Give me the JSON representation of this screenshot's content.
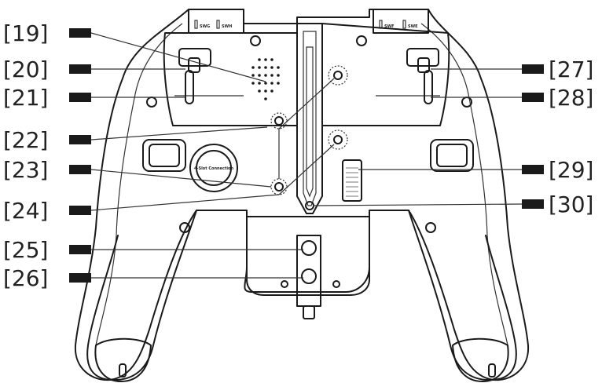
{
  "callouts": {
    "left": [
      "[19]",
      "[20]",
      "[21]",
      "[22]",
      "[23]",
      "[24]",
      "[25]",
      "[26]"
    ],
    "right": [
      "[27]",
      "[28]",
      "[29]",
      "[30]"
    ]
  },
  "device_text": {
    "left_switch_a": "SWG",
    "left_switch_b": "SWH",
    "right_switch_a": "SWF",
    "right_switch_b": "SWE",
    "port_label": "4-Slot Connection"
  },
  "colors": {
    "line": "#1a1a1a",
    "marker": "#1a1a1a"
  }
}
